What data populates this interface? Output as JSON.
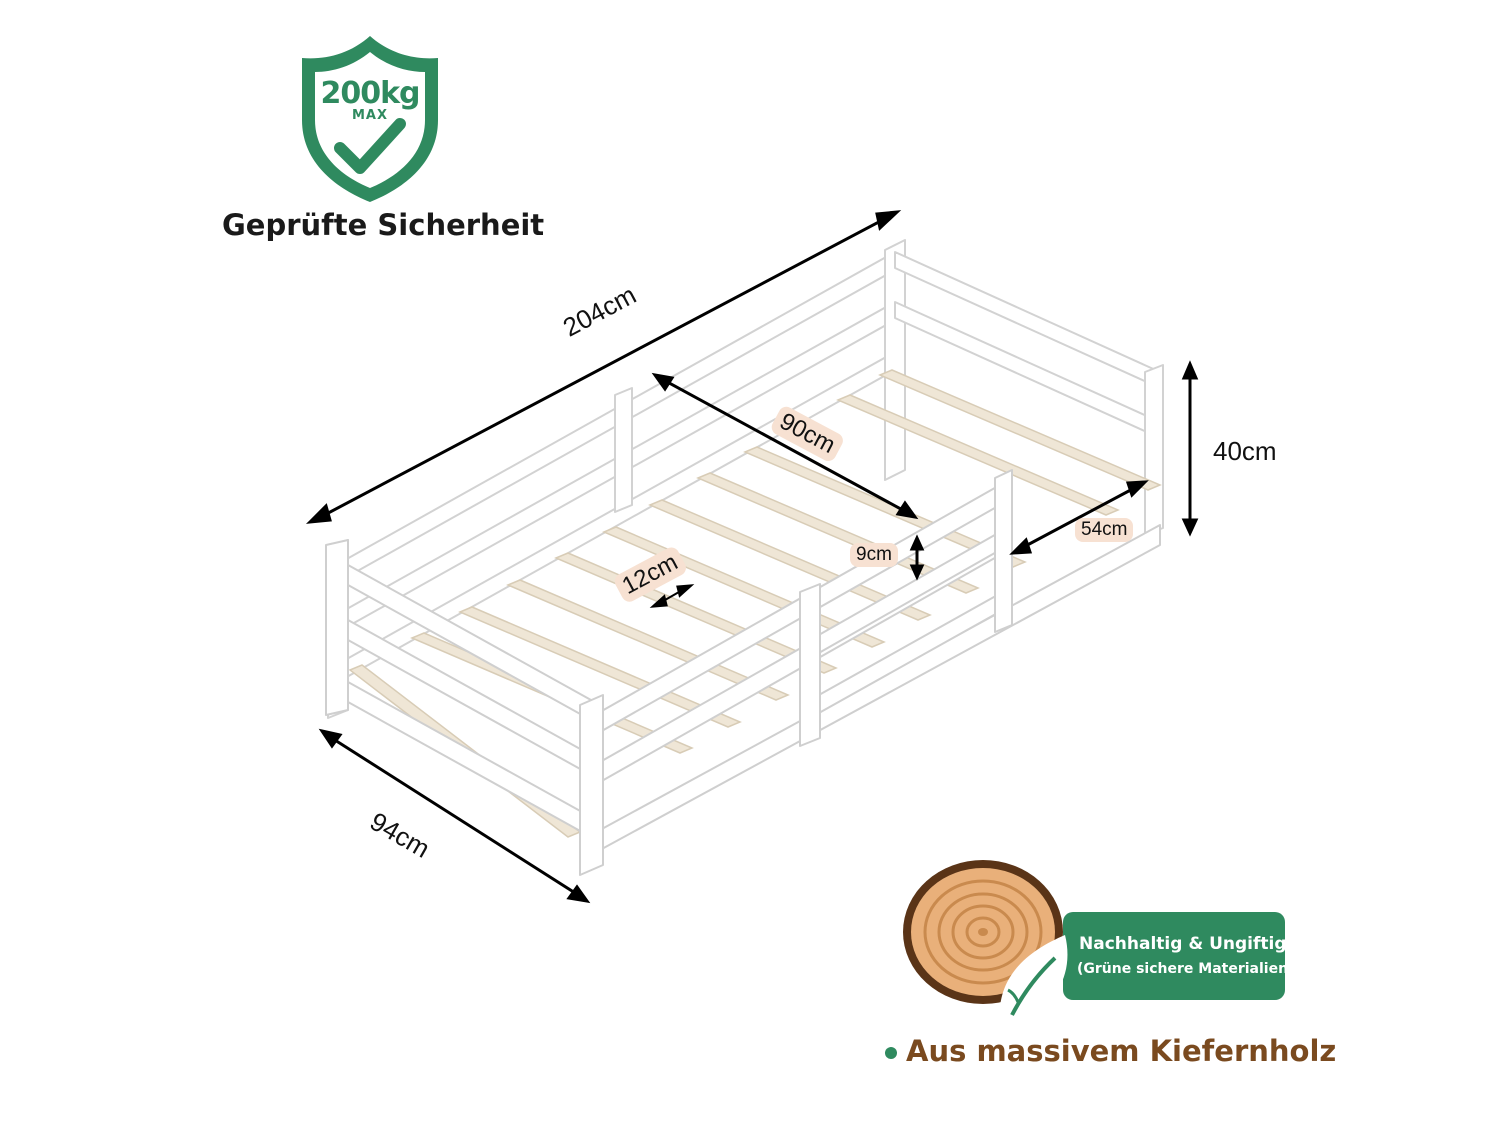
{
  "safety_badge": {
    "weight": "200kg",
    "max_label": "MAX",
    "icon": "check-icon",
    "label": "Geprüfte Sicherheit",
    "color": "#2f8a5f"
  },
  "dimensions": {
    "length": "204cm",
    "width": "94cm",
    "height": "40cm",
    "inner_width": "90cm",
    "slat_gap": "12cm",
    "rail_gap": "9cm",
    "opening": "54cm"
  },
  "material_badge": {
    "eco_title": "Nachhaltig & Ungiftig",
    "eco_subtitle": "(Grüne sichere Materialien)",
    "eco_icon": "leaf-icon",
    "wood_icon": "wood-slice-icon",
    "material": "Aus massivem Kiefernholz",
    "green": "#2f8a5f",
    "brown": "#7a4a1f"
  }
}
